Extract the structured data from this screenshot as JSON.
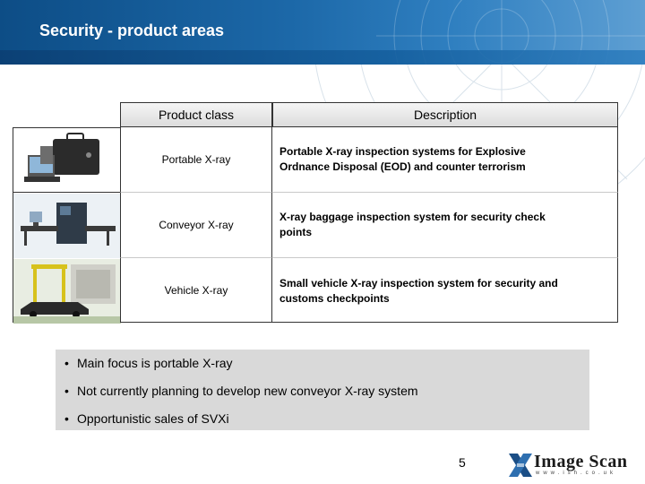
{
  "header": {
    "title": "Security - product areas"
  },
  "table": {
    "columns": [
      "Product class",
      "Description"
    ],
    "rows": [
      {
        "product_class": "Portable X-ray",
        "description_line1": "Portable X-ray inspection systems for Explosive",
        "description_line2": "Ordnance Disposal (EOD) and counter terrorism"
      },
      {
        "product_class": "Conveyor X-ray",
        "description_line1": "X-ray baggage inspection system for security check",
        "description_line2": "points"
      },
      {
        "product_class": "Vehicle X-ray",
        "description_line1": "Small vehicle X-ray inspection system for security and",
        "description_line2": "customs checkpoints"
      }
    ]
  },
  "bullets": [
    "Main focus is portable X-ray",
    "Not currently planning to develop new conveyor X-ray system",
    "Opportunistic sales of SVXi"
  ],
  "footer": {
    "page_number": "5",
    "logo_text": "Image Scan",
    "logo_sub": "www.ish.co.uk"
  },
  "colors": {
    "header_blue": "#1c68a8",
    "bullet_box": "#d9d9d9"
  }
}
